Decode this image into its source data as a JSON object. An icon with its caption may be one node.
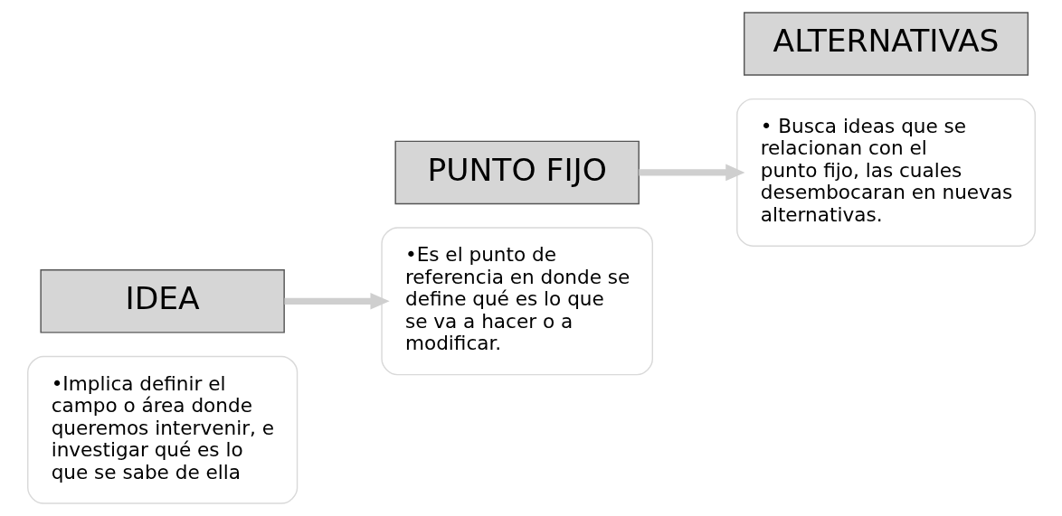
{
  "diagram": {
    "nodes": [
      {
        "text": [
          "•Implica definir el campo o área donde queremos intervenir, e investigar qué es lo que se sabe de ella"
        ]
      },
      {
        "text": [
          "IDEA"
        ]
      },
      {
        "text": [
          "PUNTO FIJO"
        ]
      },
      {
        "text": [
          "•Es el punto de referencia en donde se define qué es lo que se va a hacer o a modificar."
        ]
      },
      {
        "text": [
          "• Busca ideas que se relacionan con el punto fijo, las cuales desembocaran en nuevas alternativas."
        ]
      },
      {
        "text": [
          "ALTERNATIVAS"
        ]
      }
    ],
    "edges": [
      {
        "from": 1,
        "to": 3,
        "arrow": "to"
      },
      {
        "from": 2,
        "to": 4,
        "arrow": "to"
      }
    ]
  }
}
